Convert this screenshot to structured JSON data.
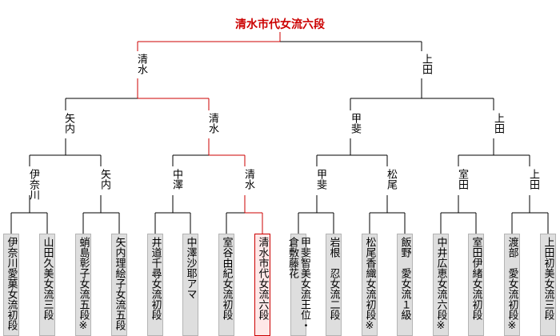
{
  "bracket": {
    "champion": "清水市代女流六段",
    "colors": {
      "winner_line": "#cc0000",
      "line": "#000000",
      "champion_text": "#cc0000",
      "winner_box_border": "#cc0000",
      "winner_box_fill": "#ffe8e8"
    },
    "final": [
      "清水",
      "上田"
    ],
    "semifinals": [
      [
        "矢内",
        "清水"
      ],
      [
        "甲斐",
        "上田"
      ]
    ],
    "quarterfinals": [
      [
        "伊奈川",
        "矢内"
      ],
      [
        "中澤",
        "清水"
      ],
      [
        "甲斐",
        "松尾"
      ],
      [
        "室田",
        "上田"
      ]
    ],
    "players": [
      "伊奈川愛菓女流初段",
      "山田久美女流三段",
      "蛸島彰子女流五段※",
      "矢内理絵子女流五段",
      "井道千尋女流初段",
      "中澤沙耶アマ",
      "室谷由紀女流初段",
      "清水市代女流六段",
      "甲斐智美女流王位・倉敷藤花",
      "岩根　忍女流二段",
      "松尾香織女流初段※",
      "飯野　愛女流１級",
      "中井広恵女流六段※",
      "室田伊緒女流初段",
      "渡部　愛女流初段※",
      "上田初美女流三段"
    ]
  }
}
